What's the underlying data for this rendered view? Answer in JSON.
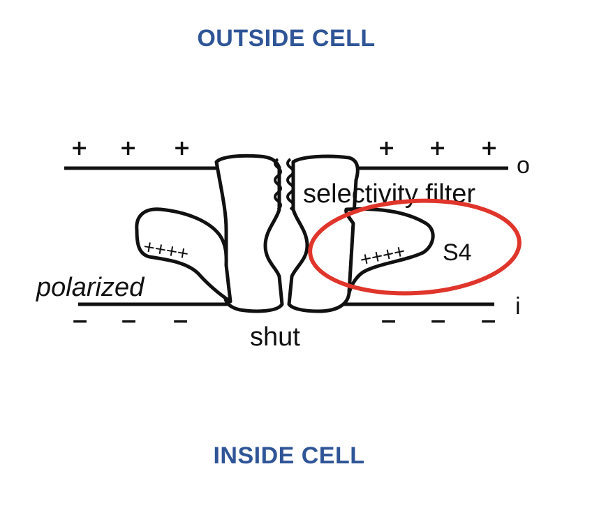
{
  "colors": {
    "label_blue": "#2f5597",
    "highlight_red": "#e0352b",
    "ink": "#111111"
  },
  "labels": {
    "outside_cell": "OUTSIDE CELL",
    "inside_cell": "INSIDE CELL"
  },
  "diagram": {
    "membrane_outer_side": "o",
    "membrane_inner_side": "i",
    "outer_charges": [
      "+",
      "+",
      "+",
      "+",
      "+",
      "+"
    ],
    "inner_charges": [
      "−",
      "−",
      "−",
      "−",
      "−",
      "−"
    ],
    "selectivity_filter": "selectivity filter",
    "sensor_left_charges": "++++",
    "sensor_right_charges": "++++",
    "s4": "S4",
    "state_membrane": "polarized",
    "state_gate": "shut"
  }
}
